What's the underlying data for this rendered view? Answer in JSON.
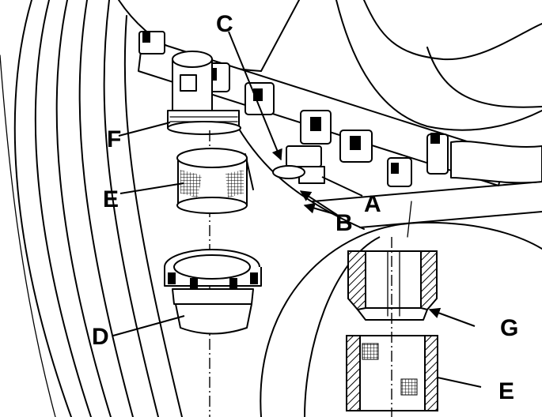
{
  "diagram": {
    "callouts": {
      "A": "A",
      "B": "B",
      "C": "C",
      "D": "D",
      "E_main": "E",
      "E_detail": "E",
      "F": "F",
      "G": "G"
    }
  }
}
